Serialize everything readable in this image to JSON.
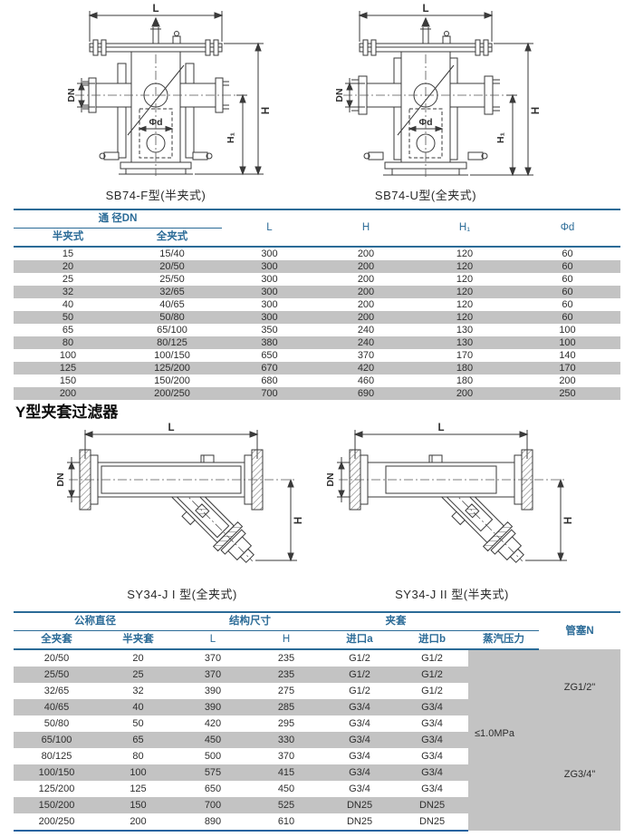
{
  "colors": {
    "accent": "#2b6b97",
    "row_shade": "#c3c3c3"
  },
  "dims": {
    "L": "L",
    "DN": "DN",
    "H": "H",
    "H1": "H₁",
    "phid": "Φd"
  },
  "section2_title": "Y型夹套过滤器",
  "figures": {
    "sb74_f": {
      "caption": "SB74-F型(半夹式)"
    },
    "sb74_u": {
      "caption": "SB74-U型(全夹式)"
    },
    "sy34_j1": {
      "caption": "SY34-J I 型(全夹式)"
    },
    "sy34_j2": {
      "caption": "SY34-J II 型(半夹式)"
    }
  },
  "table1": {
    "col_group": "通 径DN",
    "headers": {
      "half": "半夹式",
      "full": "全夹式",
      "L": "L",
      "H": "H",
      "H1": "H₁",
      "phid": "Φd"
    },
    "rows": [
      [
        "15",
        "15/40",
        "300",
        "200",
        "120",
        "60"
      ],
      [
        "20",
        "20/50",
        "300",
        "200",
        "120",
        "60"
      ],
      [
        "25",
        "25/50",
        "300",
        "200",
        "120",
        "60"
      ],
      [
        "32",
        "32/65",
        "300",
        "200",
        "120",
        "60"
      ],
      [
        "40",
        "40/65",
        "300",
        "200",
        "120",
        "60"
      ],
      [
        "50",
        "50/80",
        "300",
        "200",
        "120",
        "60"
      ],
      [
        "65",
        "65/100",
        "350",
        "240",
        "130",
        "100"
      ],
      [
        "80",
        "80/125",
        "380",
        "240",
        "130",
        "100"
      ],
      [
        "100",
        "100/150",
        "650",
        "370",
        "170",
        "140"
      ],
      [
        "125",
        "125/200",
        "670",
        "420",
        "180",
        "170"
      ],
      [
        "150",
        "150/200",
        "680",
        "460",
        "180",
        "200"
      ],
      [
        "200",
        "200/250",
        "700",
        "690",
        "200",
        "250"
      ]
    ]
  },
  "table2": {
    "groups": {
      "dn": "公称直径",
      "struct": "结构尺寸",
      "jacket": "夹套"
    },
    "headers": {
      "full": "全夹套",
      "half": "半夹套",
      "L": "L",
      "H": "H",
      "inlet_a": "进口a",
      "inlet_b": "进口b",
      "steam": "蒸汽压力",
      "plug": "管塞N"
    },
    "steam_value": "≤1.0MPa",
    "plug_top": "ZG1/2\"",
    "plug_bottom": "ZG3/4\"",
    "rows": [
      [
        "20/50",
        "20",
        "370",
        "235",
        "G1/2",
        "G1/2"
      ],
      [
        "25/50",
        "25",
        "370",
        "235",
        "G1/2",
        "G1/2"
      ],
      [
        "32/65",
        "32",
        "390",
        "275",
        "G1/2",
        "G1/2"
      ],
      [
        "40/65",
        "40",
        "390",
        "285",
        "G3/4",
        "G3/4"
      ],
      [
        "50/80",
        "50",
        "420",
        "295",
        "G3/4",
        "G3/4"
      ],
      [
        "65/100",
        "65",
        "450",
        "330",
        "G3/4",
        "G3/4"
      ],
      [
        "80/125",
        "80",
        "500",
        "370",
        "G3/4",
        "G3/4"
      ],
      [
        "100/150",
        "100",
        "575",
        "415",
        "G3/4",
        "G3/4"
      ],
      [
        "125/200",
        "125",
        "650",
        "450",
        "G3/4",
        "G3/4"
      ],
      [
        "150/200",
        "150",
        "700",
        "525",
        "DN25",
        "DN25"
      ],
      [
        "200/250",
        "200",
        "890",
        "610",
        "DN25",
        "DN25"
      ]
    ]
  }
}
